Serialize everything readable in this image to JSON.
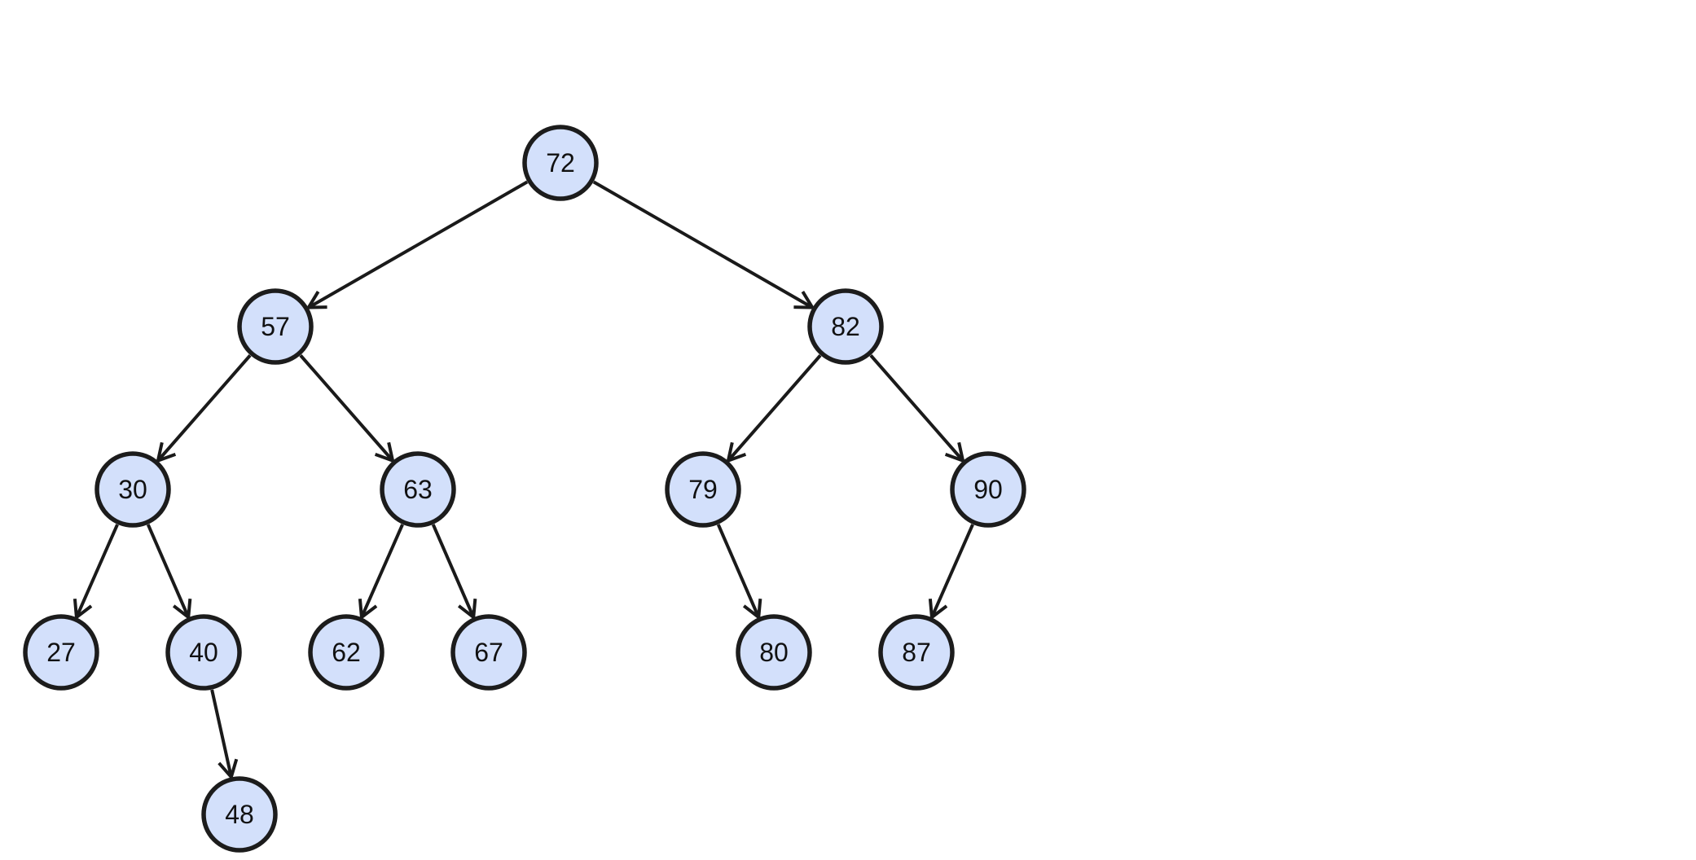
{
  "tree": {
    "root": "72",
    "nodes": [
      {
        "id": "72"
      },
      {
        "id": "57"
      },
      {
        "id": "82"
      },
      {
        "id": "30"
      },
      {
        "id": "63"
      },
      {
        "id": "79"
      },
      {
        "id": "90"
      },
      {
        "id": "27"
      },
      {
        "id": "40"
      },
      {
        "id": "62"
      },
      {
        "id": "67"
      },
      {
        "id": "80"
      },
      {
        "id": "87"
      },
      {
        "id": "48"
      }
    ],
    "edges": [
      {
        "from": "72",
        "to": "57"
      },
      {
        "from": "72",
        "to": "82"
      },
      {
        "from": "57",
        "to": "30"
      },
      {
        "from": "57",
        "to": "63"
      },
      {
        "from": "82",
        "to": "79"
      },
      {
        "from": "82",
        "to": "90"
      },
      {
        "from": "30",
        "to": "27"
      },
      {
        "from": "30",
        "to": "40"
      },
      {
        "from": "63",
        "to": "62"
      },
      {
        "from": "63",
        "to": "67"
      },
      {
        "from": "79",
        "to": "80"
      },
      {
        "from": "90",
        "to": "87"
      },
      {
        "from": "40",
        "to": "48"
      }
    ]
  },
  "colors": {
    "node_fill": "#d3e0fb",
    "node_stroke": "#1c1c1c",
    "edge": "#1a1a1a",
    "background": "#ffffff"
  }
}
